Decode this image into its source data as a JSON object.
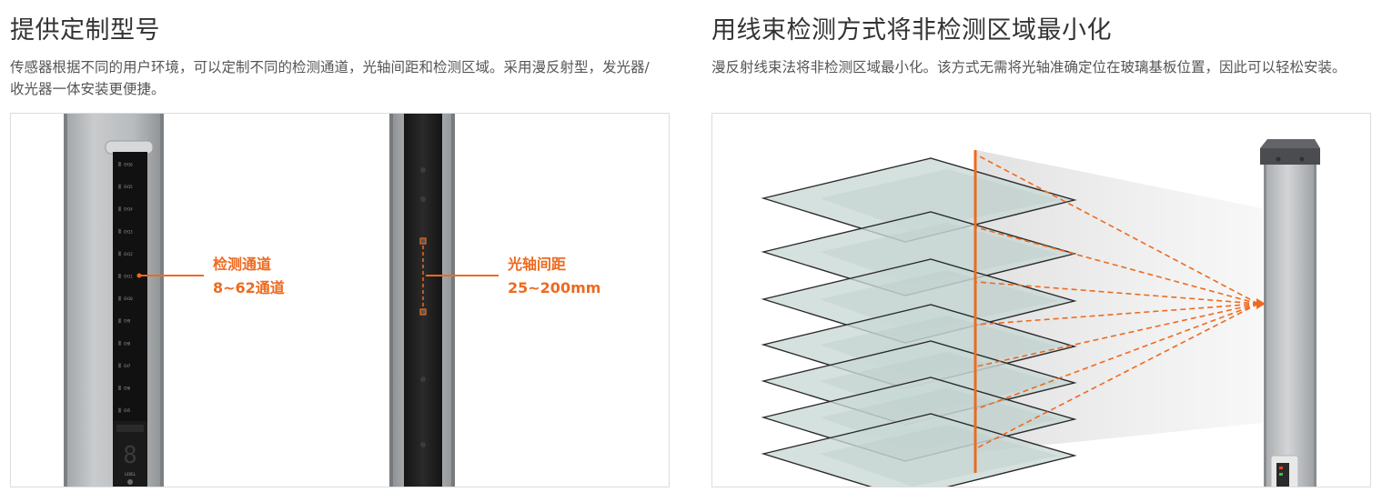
{
  "left": {
    "title": "提供定制型号",
    "description": "传感器根据不同的用户环境，可以定制不同的检测通道，光轴间距和检测区域。采用漫反射型，发光器/收光器一体安装更便捷。",
    "callout_channels": {
      "label": "检测通道",
      "value": "8~62通道"
    },
    "callout_pitch": {
      "label": "光轴间距",
      "value": "25~200mm"
    },
    "display_digit": "8",
    "level_label": "LEVEL",
    "channel_labels": [
      "CH16",
      "CH15",
      "CH14",
      "CH13",
      "CH12",
      "CH11",
      "CH10",
      "CH9",
      "CH8",
      "CH7",
      "CH6",
      "CH5"
    ]
  },
  "right": {
    "title": "用线束检测方式将非检测区域最小化",
    "description": "漫反射线束法将非检测区域最小化。该方式无需将光轴准确定位在玻璃基板位置，因此可以轻松安装。"
  },
  "colors": {
    "accent": "#ee6a1f",
    "glass_fill": "#c9d8d6",
    "sensor_body": "#b9bcbf"
  }
}
